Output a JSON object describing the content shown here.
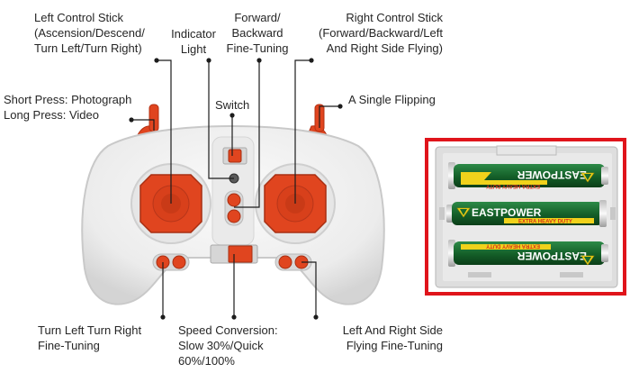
{
  "labels": {
    "left_stick": "Left Control Stick\n(Ascension/Descend/\nTurn Left/Turn Right)",
    "indicator_light": "Indicator\nLight",
    "fwd_back_trim": "Forward/\nBackward\nFine-Tuning",
    "right_stick": "Right Control Stick\n(Forward/Backward/Left\nAnd Right Side Flying)",
    "short_long_press": "Short Press: Photograph\nLong Press: Video",
    "switch": "Switch",
    "single_flip": "A Single Flipping",
    "turn_trim": "Turn Left Turn Right\nFine-Tuning",
    "speed_conversion": "Speed Conversion:\nSlow 30%/Quick\n60%/100%",
    "side_flying_trim": "Left And Right Side\nFlying Fine-Tuning"
  },
  "battery": {
    "brand": "EASTPOWER",
    "type": "EXTRA HEAVY DUTY"
  },
  "colors": {
    "accent": "#e0451f",
    "frame_red": "#e0141b",
    "body_white": "#f1f1f1",
    "battery_green": "#17692f",
    "battery_yellow": "#f0d21b"
  }
}
